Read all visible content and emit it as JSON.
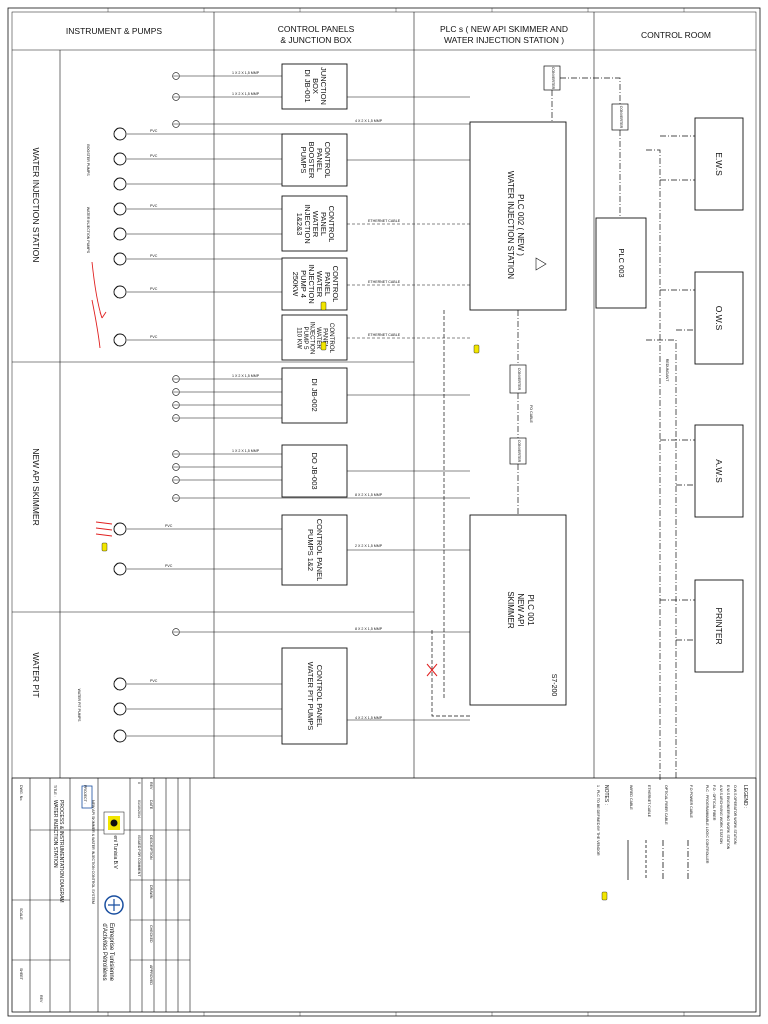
{
  "headers": {
    "instruments": "INSTRUMENT & PUMPS",
    "control_panels": [
      "CONTROL PANELS",
      "& JUNCTION BOX"
    ],
    "plcs": [
      "PLC s ( NEW API SKIMMER AND",
      "WATER INJECTION STATION )"
    ],
    "control_room": "CONTROL ROOM"
  },
  "sections": {
    "water_injection": "WATER INJECTION STATION",
    "api_skimmer": "NEW API SKIMMER",
    "water_pit": "WATER PIT"
  },
  "panels": {
    "jb001": [
      "JUNCTION",
      "BOX",
      "DI JB-001"
    ],
    "booster": [
      "CONTROL",
      "PANEL",
      "BOOSTER",
      "PUMPS"
    ],
    "wi_pumps": [
      "CONTROL",
      "PANEL",
      "WATER",
      "INJECTION",
      "1&2&3"
    ],
    "wi_250": [
      "CONTROL",
      "PANEL",
      "WATER",
      "INJECTION",
      "PUMP 4",
      "250KW"
    ],
    "wi_110": [
      "CONTROL",
      "PANEL",
      "WATER",
      "INJECTION",
      "PUMP 5",
      "110 KW"
    ],
    "jb002": "DI JB-002",
    "jb003": "DO JB-003",
    "skimmer_pumps": [
      "CONTROL PANEL",
      "PUMPS 1&2"
    ],
    "pit_pumps": [
      "CONTROL PANEL",
      "WATER PIT PUMPS"
    ]
  },
  "plc": {
    "plc002": [
      "PLC 002 ( NEW )",
      "WATER INJECTION STATION"
    ],
    "plc001": [
      "PLC 001",
      "NEW API",
      "SKIMMER"
    ],
    "plc001_model": "S7-200",
    "plc003": "PLC 003"
  },
  "room": {
    "ews": "E.W.S",
    "ows": "O.W.S",
    "aws": "A.W.S",
    "printer": "PRINTER"
  },
  "labels": {
    "ethernet_cable": "ETHERNET CABLE",
    "pvc": "PVC",
    "redundant": "REDUNDANT",
    "converter": "CONVERTER",
    "cable_1x2": "1 X 2 X 1,5 MMP",
    "cable_4x2": "4 X 2 X 1,5 MMP",
    "cable_8x2": "8 X 2 X 1,5 MMP",
    "cable_2x2": "2 X 2 X 1,5 MMP",
    "fo_cable": "FO CABLE",
    "booster_pumps": "BOOSTER PUMPS",
    "wi_pumps": "WATER INJECTION PUMPS",
    "pit_pumps": "WATER PIT PUMPS"
  },
  "legend": {
    "title": "LEGEND :",
    "items": [
      "O.W.S OPERATOR WORK STATION",
      "E.W.S ENGINEERING WORK STATION",
      "A.W.S ARCHIVING WORK STATION",
      "F.O : OPTICAL FIBER",
      "PLC : PROGRAMMABLE LOGIC CONTROLLER",
      "F.O POWER CABLE",
      "OPTICAL FIBER CABLE",
      "ETHERNET CABLE",
      "WIRED CABLE"
    ],
    "notes_title": "NOTES :",
    "note1": "1 . PLC TO BE DEFINED BY THE VENDOR"
  },
  "title_block": {
    "company": "eni Tunisia B.V",
    "etap": [
      "Entreprise Tunisienne",
      "d'Activités Pétrolières"
    ],
    "project_label": "PROJECT :",
    "project": "NEW API SKIMMER & WATER INJECTION CONTROL SYSTEM",
    "title_label": "TITLE :",
    "title": [
      "PROCESS & INSTRUMENTATION DIAGRAM",
      "WATER INJECTION STATION"
    ],
    "drawing_no_label": "DWG. No.",
    "scale_label": "SCALE",
    "sheet_label": "SHEET",
    "rev_label": "REV",
    "rev_header": [
      "REV",
      "DATE",
      "DESCRIPTION",
      "DRAWN",
      "CHECKED",
      "APPROVED"
    ],
    "rev_row": [
      "0",
      "01/10/2014",
      "ISSUED FOR COMMENT"
    ]
  },
  "colors": {
    "line": "#111111",
    "markup_red": "#e02020",
    "markup_yellow": "#f2e600",
    "sheet_bg": "#ffffff"
  }
}
